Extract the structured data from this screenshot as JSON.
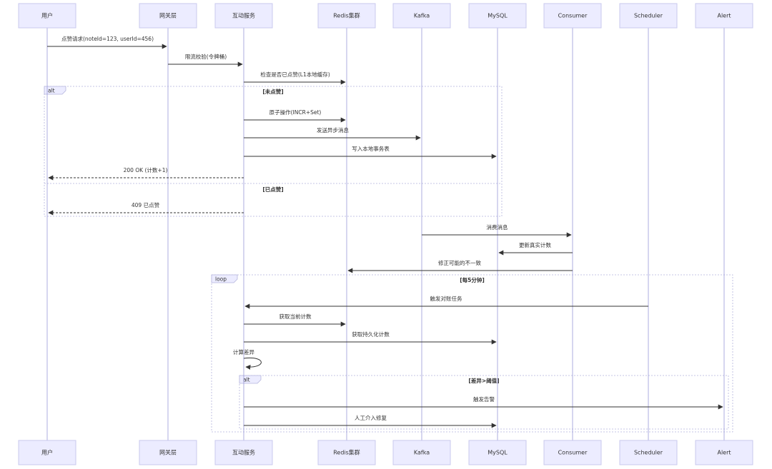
{
  "participants": [
    {
      "id": "user",
      "label": "用户"
    },
    {
      "id": "gateway",
      "label": "网关层"
    },
    {
      "id": "interact",
      "label": "互动服务"
    },
    {
      "id": "redis",
      "label": "Redis集群"
    },
    {
      "id": "kafka",
      "label": "Kafka"
    },
    {
      "id": "mysql",
      "label": "MySQL"
    },
    {
      "id": "consumer",
      "label": "Consumer"
    },
    {
      "id": "scheduler",
      "label": "Scheduler"
    },
    {
      "id": "alert",
      "label": "Alert"
    }
  ],
  "messages": [
    {
      "from": "user",
      "to": "gateway",
      "label": "点赞请求(noteId=123, userId=456)",
      "style": "solid"
    },
    {
      "from": "gateway",
      "to": "interact",
      "label": "限流校验(令牌桶)",
      "style": "solid"
    },
    {
      "from": "interact",
      "to": "redis",
      "label": "检查是否已点赞(L1本地缓存)",
      "style": "solid"
    },
    {
      "from": "interact",
      "to": "redis",
      "label": "原子操作(INCR+Set)",
      "style": "solid"
    },
    {
      "from": "interact",
      "to": "kafka",
      "label": "发送异步消息",
      "style": "solid"
    },
    {
      "from": "interact",
      "to": "mysql",
      "label": "写入本地事务表",
      "style": "solid"
    },
    {
      "from": "interact",
      "to": "user",
      "label": "200 OK (计数+1)",
      "style": "dashed"
    },
    {
      "from": "interact",
      "to": "user",
      "label": "409 已点赞",
      "style": "dashed"
    },
    {
      "from": "kafka",
      "to": "consumer",
      "label": "消费消息",
      "style": "solid"
    },
    {
      "from": "consumer",
      "to": "mysql",
      "label": "更新真实计数",
      "style": "solid"
    },
    {
      "from": "consumer",
      "to": "redis",
      "label": "修正可能的不一致",
      "style": "solid"
    },
    {
      "from": "scheduler",
      "to": "interact",
      "label": "触发对账任务",
      "style": "solid"
    },
    {
      "from": "interact",
      "to": "redis",
      "label": "获取当前计数",
      "style": "solid"
    },
    {
      "from": "interact",
      "to": "mysql",
      "label": "获取持久化计数",
      "style": "solid"
    },
    {
      "from": "interact",
      "to": "interact",
      "label": "计算差异",
      "style": "self"
    },
    {
      "from": "interact",
      "to": "alert",
      "label": "触发告警",
      "style": "solid"
    },
    {
      "from": "interact",
      "to": "mysql",
      "label": "人工介入修复",
      "style": "solid"
    }
  ],
  "fragments": [
    {
      "keyword": "alt",
      "sections": [
        "[未点赞]",
        "[已点赞]"
      ]
    },
    {
      "keyword": "loop",
      "sections": [
        "[每5分钟]"
      ]
    },
    {
      "keyword": "alt",
      "sections": [
        "[差异>阈值]"
      ]
    }
  ],
  "colors": {
    "actor_fill": "#ECECFF",
    "actor_border": "#C8C8EE",
    "lifeline": "#9A9AD8",
    "line": "#333333",
    "fragment_border": "#B4B4DC"
  }
}
